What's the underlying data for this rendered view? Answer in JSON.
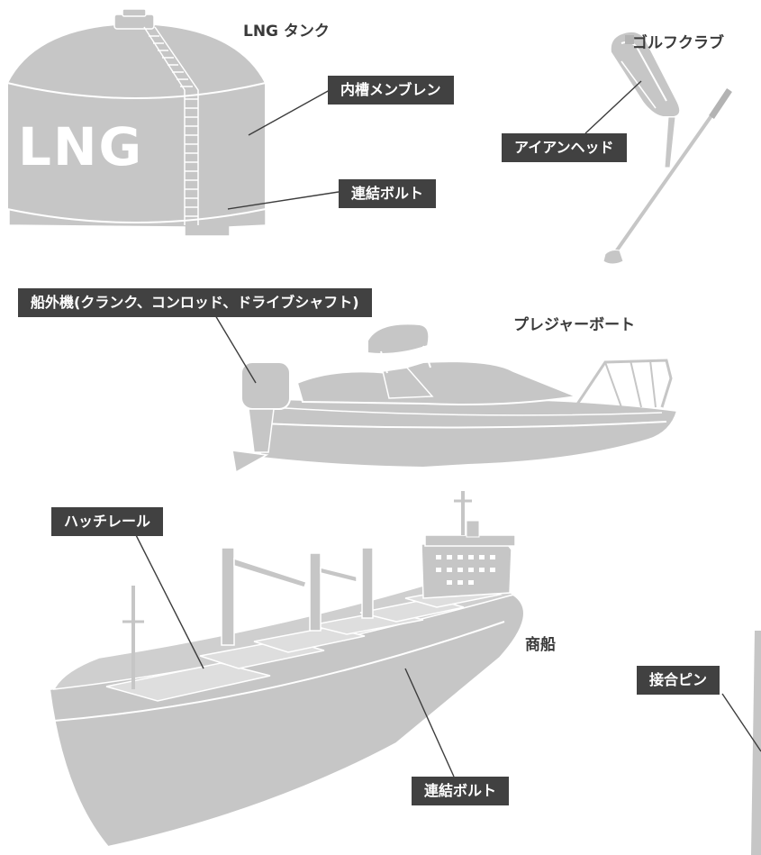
{
  "colors": {
    "object_fill": "#c6c6c6",
    "object_detail": "#dedede",
    "object_shadow": "#b3b3b3",
    "object_outline": "#ffffff",
    "label_background": "#414141",
    "label_text": "#ffffff",
    "leader_line": "#3d3d3d",
    "title_text": "#3a3a3a"
  },
  "lng_tank": {
    "title": "LNG タンク",
    "body_text": "LNG",
    "labels": {
      "inner_membrane": "内槽メンブレン",
      "connecting_bolt": "連結ボルト"
    }
  },
  "golf_club": {
    "title": "ゴルフクラブ",
    "labels": {
      "iron_head": "アイアンヘッド"
    }
  },
  "pleasure_boat": {
    "title": "プレジャーボート",
    "labels": {
      "outboard_motor": "船外機(クランク、コンロッド、ドライブシャフト)"
    }
  },
  "merchant_ship": {
    "title": "商船",
    "labels": {
      "hatch_rail": "ハッチレール",
      "connecting_bolt": "連結ボルト"
    }
  },
  "joint_pin": {
    "labels": {
      "joint_pin": "接合ピン"
    }
  }
}
